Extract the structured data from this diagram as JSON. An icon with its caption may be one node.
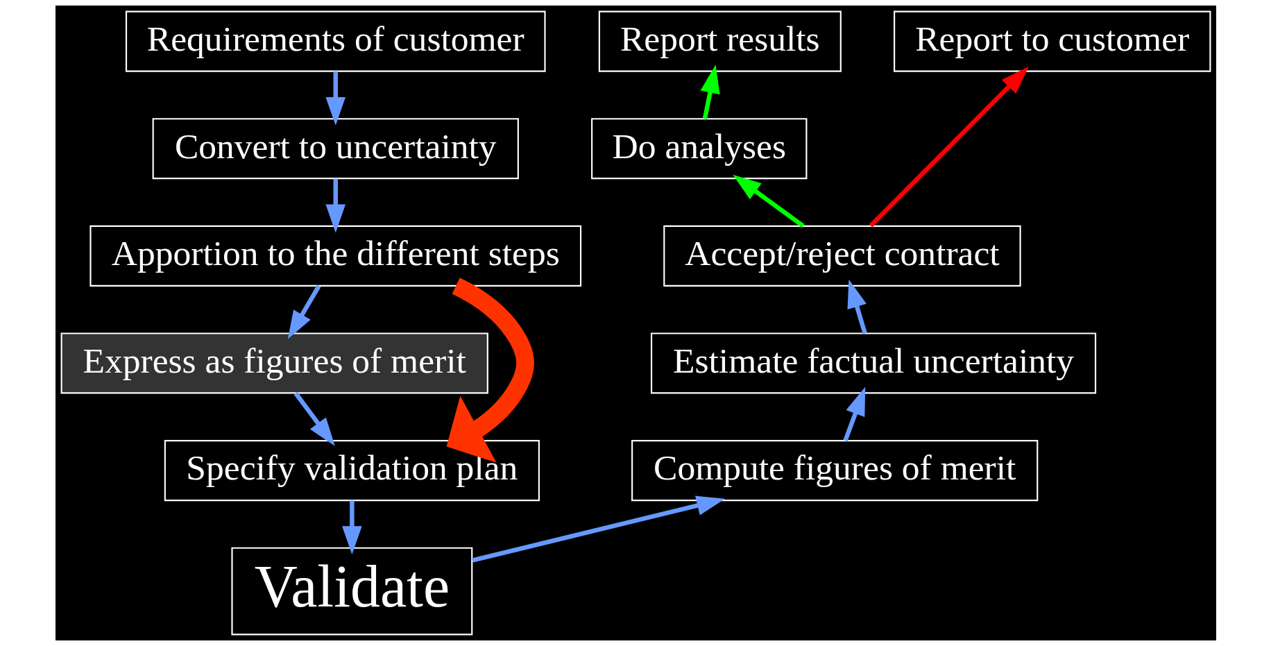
{
  "diagram": {
    "nodes": [
      {
        "text": [
          "Requirements of customer"
        ]
      },
      {
        "text": [
          "Convert to uncertainty"
        ]
      },
      {
        "text": [
          "Apportion to the different steps"
        ]
      },
      {
        "text": [
          "Express as figures of merit"
        ]
      },
      {
        "text": [
          "Specify validation plan"
        ]
      },
      {
        "text": [
          "Validate"
        ]
      },
      {
        "text": [
          "Compute figures of merit"
        ]
      },
      {
        "text": [
          "Estimate factual uncertainty"
        ]
      },
      {
        "text": [
          "Accept/reject contract"
        ]
      },
      {
        "text": [
          "Do analyses"
        ]
      },
      {
        "text": [
          "Report results"
        ]
      },
      {
        "text": [
          "Report to customer"
        ]
      }
    ],
    "edges": [
      {
        "from": 0,
        "to": 1,
        "arrow": "to"
      },
      {
        "from": 1,
        "to": 2,
        "arrow": "to"
      },
      {
        "from": 2,
        "to": 3,
        "arrow": "to"
      },
      {
        "from": 2,
        "to": 4,
        "arrow": "to",
        "style": "thick",
        "color": "#ff3300"
      },
      {
        "from": 3,
        "to": 4,
        "arrow": "to"
      },
      {
        "from": 4,
        "to": 5,
        "arrow": "to"
      },
      {
        "from": 5,
        "to": 6,
        "arrow": "to"
      },
      {
        "from": 6,
        "to": 7,
        "arrow": "to"
      },
      {
        "from": 7,
        "to": 8,
        "arrow": "to"
      },
      {
        "from": 8,
        "to": 9,
        "arrow": "to",
        "color": "#00ff00"
      },
      {
        "from": 9,
        "to": 10,
        "arrow": "to",
        "color": "#00ff00"
      },
      {
        "from": 8,
        "to": 11,
        "arrow": "to",
        "color": "#ff0000"
      }
    ]
  }
}
